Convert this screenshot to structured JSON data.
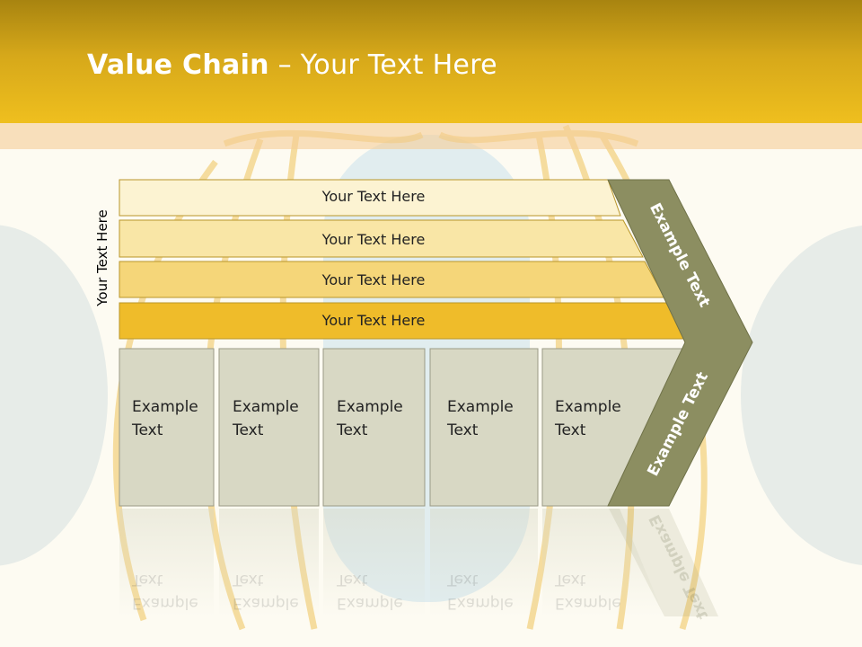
{
  "title": {
    "bold": "Value Chain",
    "rest": " – Your Text Here"
  },
  "side_label": "Your Text Here",
  "rows": [
    {
      "label": "Your Text Here",
      "color": "#fcf3d2"
    },
    {
      "label": "Your Text Here",
      "color": "#f9e6a6"
    },
    {
      "label": "Your Text Here",
      "color": "#f5d679"
    },
    {
      "label": "Your Text Here",
      "color": "#efbc2a"
    }
  ],
  "boxes": [
    {
      "line1": "Example",
      "line2": "Text"
    },
    {
      "line1": "Example",
      "line2": "Text"
    },
    {
      "line1": "Example",
      "line2": "Text"
    },
    {
      "line1": "Example",
      "line2": "Text"
    },
    {
      "line1": "Example",
      "line2": "Text"
    }
  ],
  "chevron": {
    "top_label": "Example Text",
    "bottom_label": "Example Text",
    "color": "#8c8e61"
  },
  "colors": {
    "header": "#e5b41c",
    "box_fill": "#d8d8c4",
    "box_border": "#9a9a86",
    "row_border": "#b9962a"
  }
}
